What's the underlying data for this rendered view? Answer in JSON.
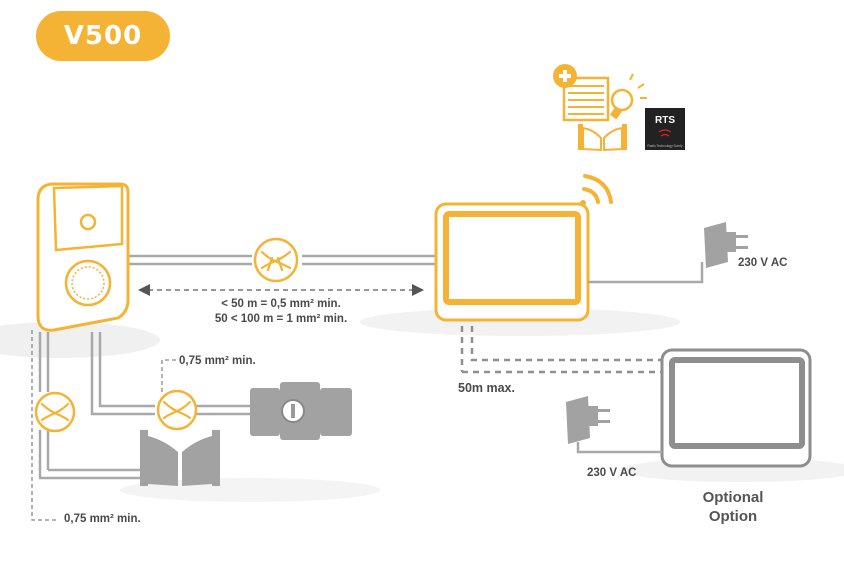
{
  "header": {
    "model": "V500"
  },
  "labels": {
    "cable_spec_line1": "< 50 m = 0,5 mm² min.",
    "cable_spec_line2": "50 < 100 m = 1 mm² min.",
    "section_upper": "0,75 mm² min.",
    "section_lower": "0,75 mm² min.",
    "distance_max": "50m max.",
    "voltage_main": "230 V AC",
    "voltage_secondary": "230 V AC",
    "optional_line1": "Optional",
    "optional_line2": "Option"
  },
  "rts_logo": {
    "text": "RTS",
    "subtext": "Radio Technology Somfy"
  },
  "colors": {
    "accent": "#f5b335",
    "line_gray": "#a7a7a7",
    "device_gray": "#8e8e8e",
    "text": "#4a4a4a"
  },
  "icons": [
    "intercom-outdoor-station",
    "indoor-monitor",
    "wifi-signal",
    "roller-shutter-icon",
    "light-bulb-icon",
    "gate-icon",
    "door-lock-icon",
    "power-adapter-icon",
    "twisted-pair-cable-icon"
  ]
}
